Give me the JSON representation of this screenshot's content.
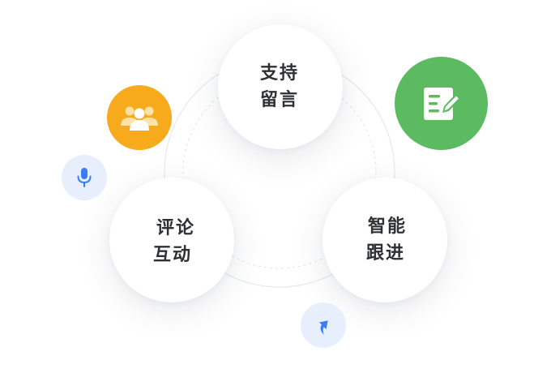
{
  "features": [
    {
      "id": "message",
      "lines": [
        "支持",
        "留言"
      ]
    },
    {
      "id": "comment",
      "lines": [
        "评论",
        "互动"
      ]
    },
    {
      "id": "followup",
      "lines": [
        "智能",
        "跟进"
      ]
    }
  ],
  "icons": {
    "group": {
      "name": "user-group-icon",
      "color": "#f6aa1c"
    },
    "note": {
      "name": "note-edit-icon",
      "color": "#5cba60"
    },
    "mic": {
      "name": "microphone-icon",
      "color": "#e7effd",
      "glyph": "#3b7cf0"
    },
    "arrow": {
      "name": "arrow-up-icon",
      "color": "#e7effd",
      "glyph": "#3b7cf0"
    }
  }
}
